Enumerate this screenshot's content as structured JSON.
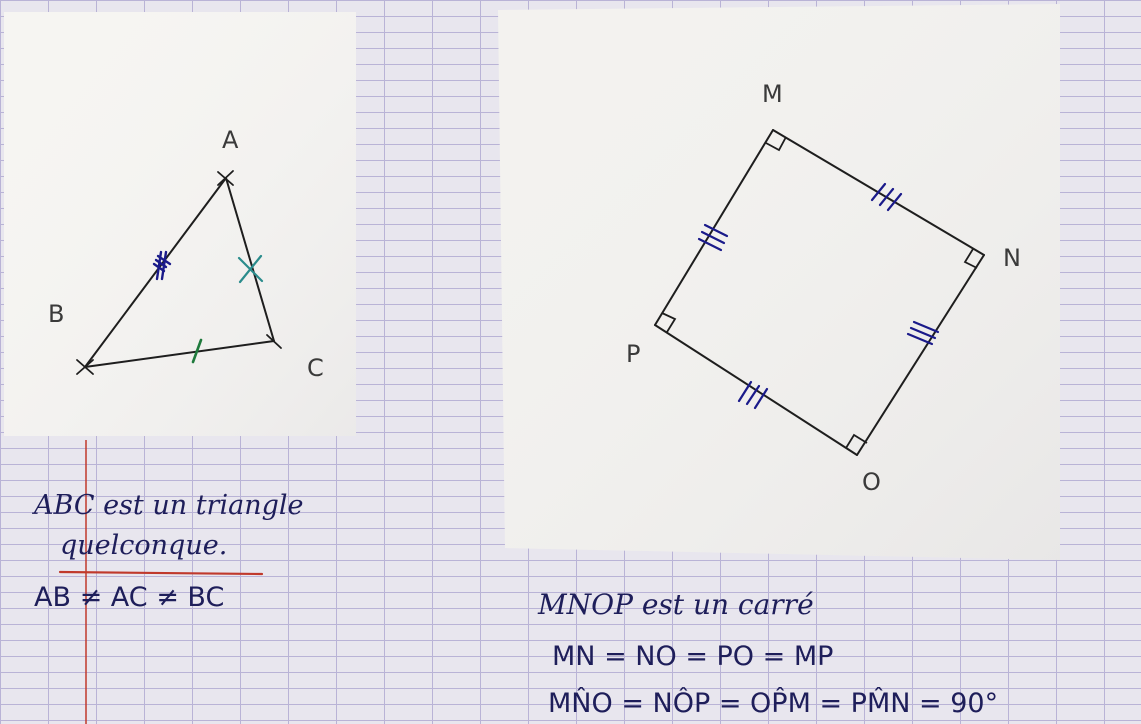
{
  "triangle_figure": {
    "vertex_labels": {
      "a": "A",
      "b": "B",
      "c": "C"
    }
  },
  "square_figure": {
    "vertex_labels": {
      "m": "M",
      "n": "N",
      "o": "O",
      "p": "P"
    }
  },
  "notebook_text": {
    "triangle_statement": "ABC est un triangle",
    "triangle_statement_cont": "quelconque.",
    "triangle_inequality": "AB ≠ AC ≠ BC",
    "square_statement": "MNOP est un carré",
    "square_sides": "MN = NO = PO = MP",
    "square_angles": "MN̂O = NÔP = OP̂M = PM̂N = 90°"
  },
  "colors": {
    "ink": "#1e1e5a",
    "ink_grey": "#3a3a3a",
    "tick_blue": "#1a1a8a",
    "tick_teal": "#2b8c8c",
    "tick_green": "#1f7a3c",
    "margin_red": "#c0392b",
    "grid_line": "#b9b3d6",
    "paper": "#f6f5f2"
  }
}
